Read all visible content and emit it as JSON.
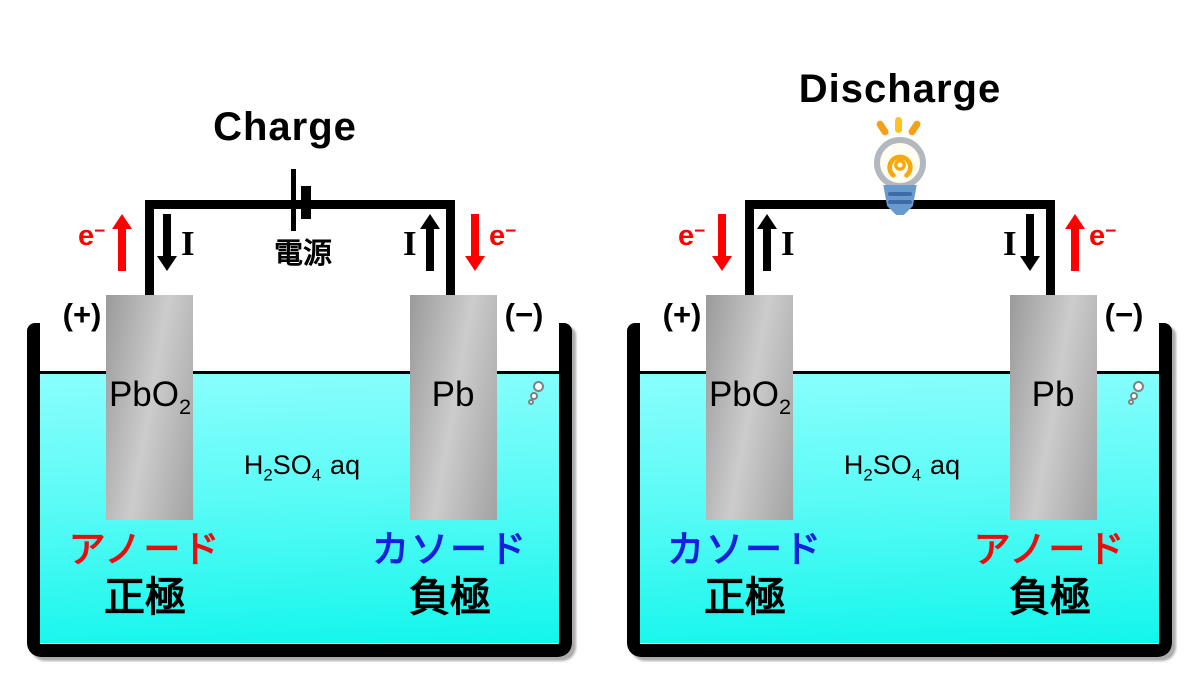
{
  "colors": {
    "anode_text_red": "#e90d0d",
    "cathode_text_blue": "#1520dd",
    "electron_arrow_red": "#ff0000",
    "current_arrow_black": "#000000",
    "electrolyte_cyan_top": "#8afefe",
    "electrolyte_cyan_bottom": "#12f6ec",
    "electrode_gray": "#b5b5b5",
    "bulb_filament_gold": "#f7a80a",
    "bulb_base_blue": "#689ace"
  },
  "shared": {
    "plus_label": "(+)",
    "minus_label": "(−)",
    "current_symbol": "I",
    "electron_symbol": "e",
    "electron_superscript": "−",
    "anode_material": "PbO",
    "anode_material_subscript": "2",
    "cathode_material": "Pb",
    "electrolyte": {
      "h": "H",
      "h_sub": "2",
      "so": "SO",
      "so_sub": "4",
      "aq": "aq"
    }
  },
  "charge_panel": {
    "title": "Charge",
    "power_source_label": "電源",
    "left_electrode_role": "アノード",
    "left_electrode_polarity": "正極",
    "right_electrode_role": "カソード",
    "right_electrode_polarity": "負極"
  },
  "discharge_panel": {
    "title": "Discharge",
    "left_electrode_role": "カソード",
    "left_electrode_polarity": "正極",
    "right_electrode_role": "アノード",
    "right_electrode_polarity": "負極"
  }
}
